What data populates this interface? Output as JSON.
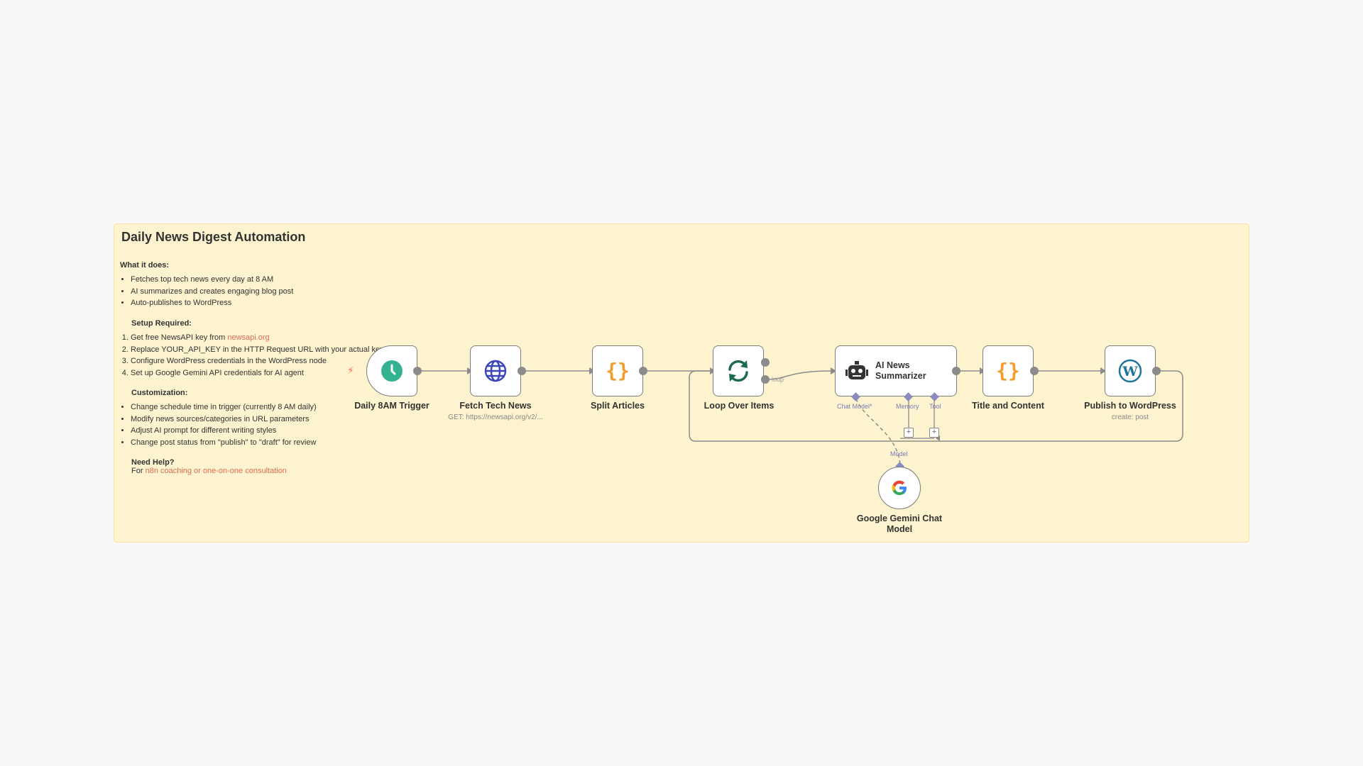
{
  "sticky": {
    "title": "Daily News Digest Automation",
    "what_heading": "What it does:",
    "what_items": [
      "Fetches top tech news every day at 8 AM",
      "AI summarizes and creates engaging blog post",
      "Auto-publishes to WordPress"
    ],
    "setup_heading": "Setup Required:",
    "setup_1_pre": "Get free NewsAPI key from ",
    "setup_1_link": "newsapi.org",
    "setup_2": "Replace YOUR_API_KEY in the HTTP Request URL with your actual key",
    "setup_3": "Configure WordPress credentials in the WordPress node",
    "setup_4": "Set up Google Gemini API credentials for AI agent",
    "custom_heading": "Customization:",
    "custom_items": [
      "Change schedule time in trigger (currently 8 AM daily)",
      "Modify news sources/categories in URL parameters",
      "Adjust AI prompt for different writing styles",
      "Change post status from \"publish\" to \"draft\" for review"
    ],
    "help_heading": "Need Help?",
    "help_pre": "For ",
    "help_link": "n8n coaching or one-on-one consultation"
  },
  "nodes": {
    "trigger": {
      "label": "Daily 8AM Trigger",
      "icon": "clock-icon"
    },
    "fetch": {
      "label": "Fetch Tech News",
      "sub": "GET: https://newsapi.org/v2/...",
      "icon": "globe-icon"
    },
    "split": {
      "label": "Split Articles",
      "icon": "code-braces-icon"
    },
    "loop": {
      "label": "Loop Over Items",
      "loop_label": "loop",
      "icon": "refresh-icon"
    },
    "agent": {
      "label_line1": "AI News",
      "label_line2": "Summarizer",
      "icon": "robot-icon",
      "chat_model": "Chat Model*",
      "memory": "Memory",
      "tool": "Tool"
    },
    "title_content": {
      "label": "Title and Content",
      "icon": "code-braces-icon"
    },
    "wordpress": {
      "label": "Publish to WordPress",
      "sub": "create: post",
      "icon": "wordpress-icon"
    },
    "gemini": {
      "label_line1": "Google Gemini Chat",
      "label_line2": "Model",
      "model_label": "Model",
      "icon": "google-icon"
    }
  },
  "colors": {
    "sticky_bg": "#fdf3cf",
    "link": "#e06a55",
    "clock": "#35b391",
    "globe": "#3a45b7",
    "braces": "#f29e2e",
    "refresh": "#1d6b4f",
    "wordpress": "#21759b",
    "ai_port": "#8b8bbf"
  }
}
